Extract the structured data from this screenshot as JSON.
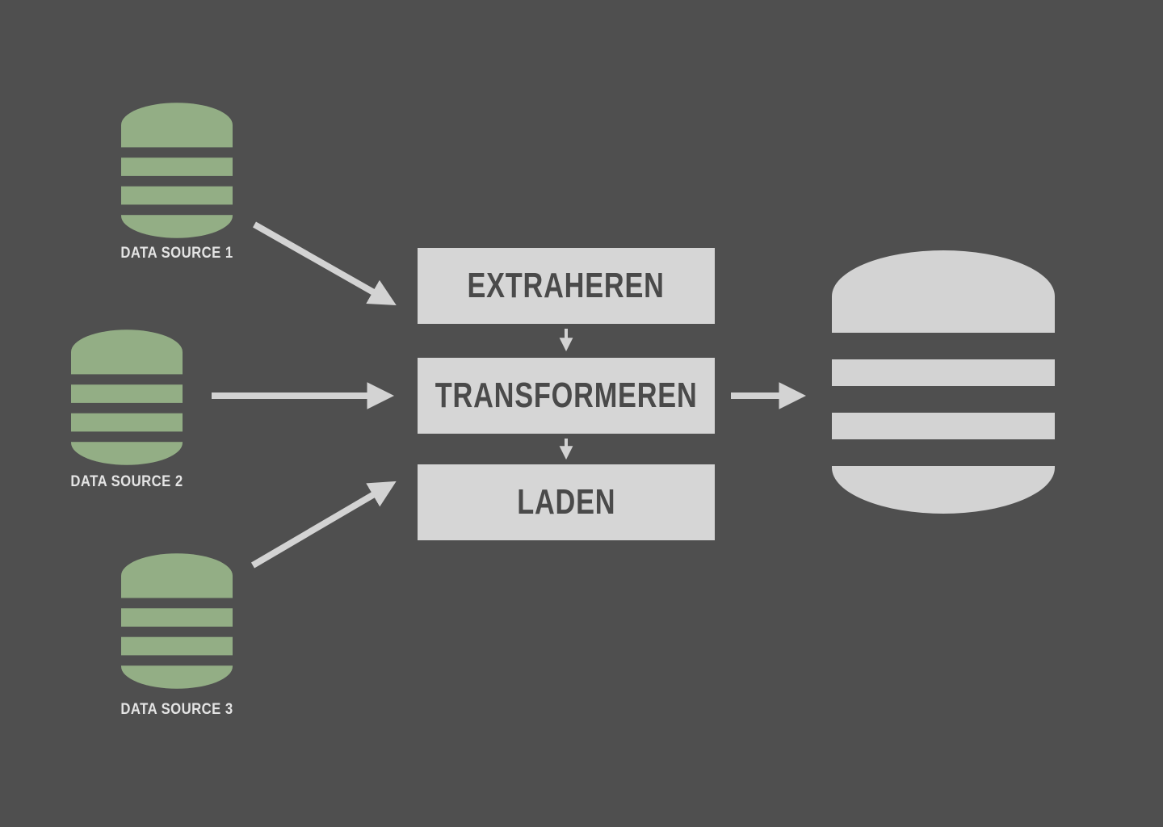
{
  "diagram": {
    "type": "etl-flow",
    "colors": {
      "bg": "#4f4f4f",
      "source_db": "#93ae85",
      "target_db": "#d3d3d3",
      "box_bg": "#d6d6d6",
      "box_text": "#4a4a4a",
      "arrow": "#d3d3d3",
      "label_text": "#e4e4e4"
    },
    "sources": [
      {
        "label": "DATA SOURCE 1",
        "icon": "database-icon"
      },
      {
        "label": "DATA SOURCE 2",
        "icon": "database-icon"
      },
      {
        "label": "DATA SOURCE 3",
        "icon": "database-icon"
      }
    ],
    "steps": [
      {
        "label": "EXTRAHEREN"
      },
      {
        "label": "TRANSFORMEREN"
      },
      {
        "label": "LADEN"
      }
    ],
    "target": {
      "icon": "database-icon"
    },
    "flows": [
      "source1 -> extract",
      "source2 -> transform",
      "source3 -> load",
      "extract -> transform",
      "transform -> load",
      "transform -> target-database"
    ]
  }
}
